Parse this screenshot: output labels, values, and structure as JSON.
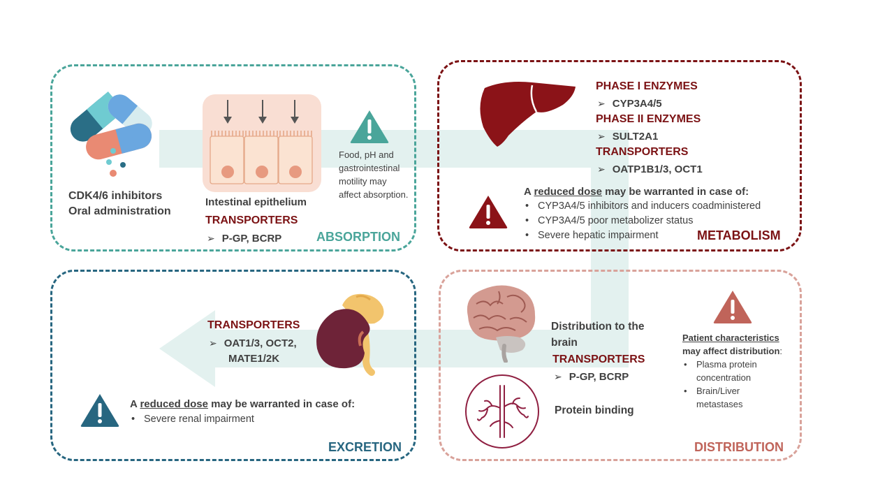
{
  "absorption": {
    "drug_line1": "CDK4/6 inhibitors",
    "drug_line2": "Oral administration",
    "epithelium_label": "Intestinal epithelium",
    "transporters_title": "TRANSPORTERS",
    "transporters": "P-GP, BCRP",
    "warning_note": "Food, pH and gastrointestinal motility may affect absorption.",
    "section_label": "ABSORPTION",
    "color": "#4aa59a"
  },
  "metabolism": {
    "phase1_title": "PHASE I ENZYMES",
    "phase1": "CYP3A4/5",
    "phase2_title": "PHASE II ENZYMES",
    "phase2": "SULT2A1",
    "transporters_title": "TRANSPORTERS",
    "transporters": "OATP1B1/3, OCT1",
    "dose_prefix": "A ",
    "dose_underlined": "reduced dose",
    "dose_suffix": " may be warranted in case of:",
    "conditions": [
      "CYP3A4/5 inhibitors and inducers coadministered",
      "CYP3A4/5 poor metabolizer status",
      "Severe hepatic impairment"
    ],
    "section_label": "METABOLISM",
    "color": "#7b1214"
  },
  "excretion": {
    "transporters_title": "TRANSPORTERS",
    "transporters_line1": "OAT1/3, OCT2,",
    "transporters_line2": "MATE1/2K",
    "dose_prefix": "A ",
    "dose_underlined": "reduced dose",
    "dose_suffix": " may be warranted in case of:",
    "conditions": [
      "Severe renal impairment"
    ],
    "section_label": "EXCRETION",
    "color": "#276680"
  },
  "distribution": {
    "brain_line1": "Distribution to the",
    "brain_line2": "brain",
    "transporters_title": "TRANSPORTERS",
    "transporters": "P-GP, BCRP",
    "protein_binding": "Protein binding",
    "patient_underlined": "Patient characteristics",
    "patient_suffix": "may affect distribution",
    "patient_colon": ":",
    "factors": [
      "Plasma protein concentration",
      "Brain/Liver metastases"
    ],
    "section_label": "DISTRIBUTION",
    "color": "#c0645a"
  }
}
